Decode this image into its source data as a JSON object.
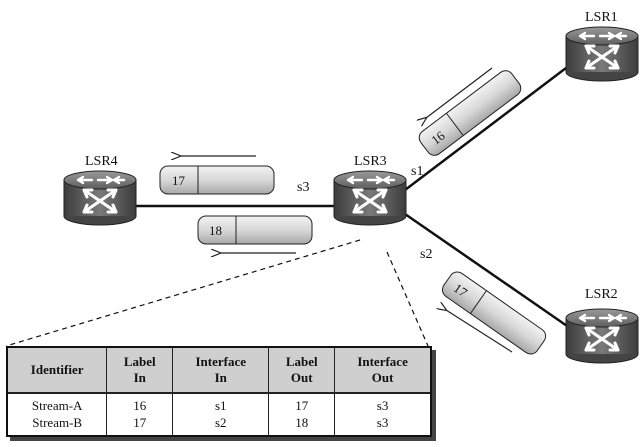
{
  "routers": {
    "lsr1": "LSR1",
    "lsr2": "LSR2",
    "lsr3": "LSR3",
    "lsr4": "LSR4"
  },
  "interfaces": {
    "s1": "s1",
    "s2": "s2",
    "s3": "s3"
  },
  "packets": {
    "p16": "16",
    "p17_top": "17",
    "p18": "18",
    "p17_right": "17"
  },
  "table": {
    "headers": [
      {
        "line1": "Identifier",
        "line2": ""
      },
      {
        "line1": "Label",
        "line2": "In"
      },
      {
        "line1": "Interface",
        "line2": "In"
      },
      {
        "line1": "Label",
        "line2": "Out"
      },
      {
        "line1": "Interface",
        "line2": "Out"
      }
    ],
    "rows": [
      [
        "Stream-A",
        "16",
        "s1",
        "17",
        "s3"
      ],
      [
        "Stream-B",
        "17",
        "s2",
        "18",
        "s3"
      ]
    ]
  },
  "colors": {
    "router_body": "#5a5a5a",
    "packet_fill": "#d9d9d9",
    "header_fill": "#cfcfcf"
  }
}
